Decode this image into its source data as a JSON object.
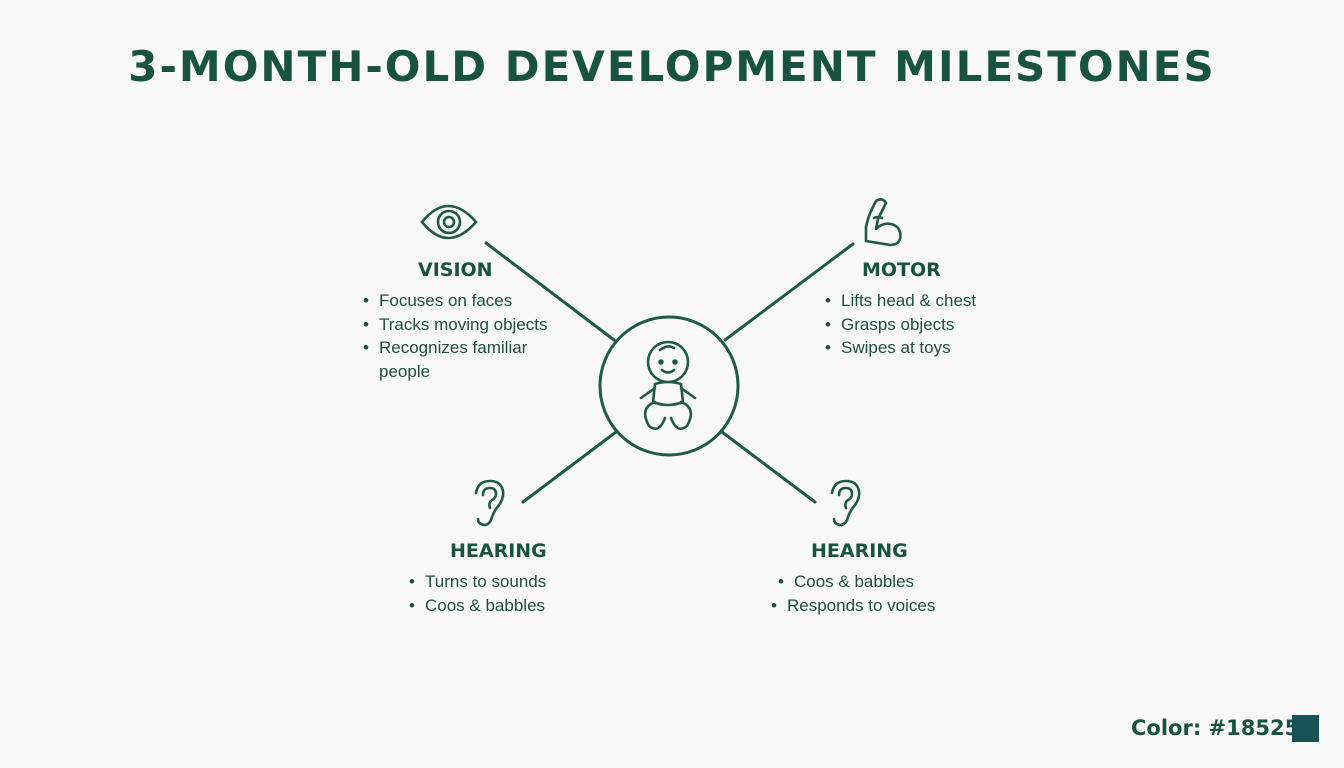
{
  "title": "3-MONTH-OLD DEVELOPMENT MILESTONES",
  "accent_color": "#185256",
  "center": {
    "icon": "baby-icon"
  },
  "categories": {
    "vision": {
      "icon": "eye-icon",
      "heading": "VISION",
      "items": [
        "Focuses on faces",
        "Tracks moving objects",
        "Recognizes familiar people"
      ]
    },
    "motor": {
      "icon": "flexed-arm-icon",
      "heading": "MOTOR",
      "items": [
        "Lifts head & chest",
        "Grasps objects",
        "Swipes at toys"
      ]
    },
    "hearing_left": {
      "icon": "ear-icon",
      "heading": "HEARING",
      "items": [
        "Turns to sounds",
        "Coos & babbles"
      ]
    },
    "hearing_right": {
      "icon": "ear-icon",
      "heading": "HEARING",
      "items": [
        "Coos & babbles",
        "Responds to voices"
      ]
    }
  },
  "footer": {
    "label": "Color: #185256",
    "swatch_color": "#185256"
  }
}
